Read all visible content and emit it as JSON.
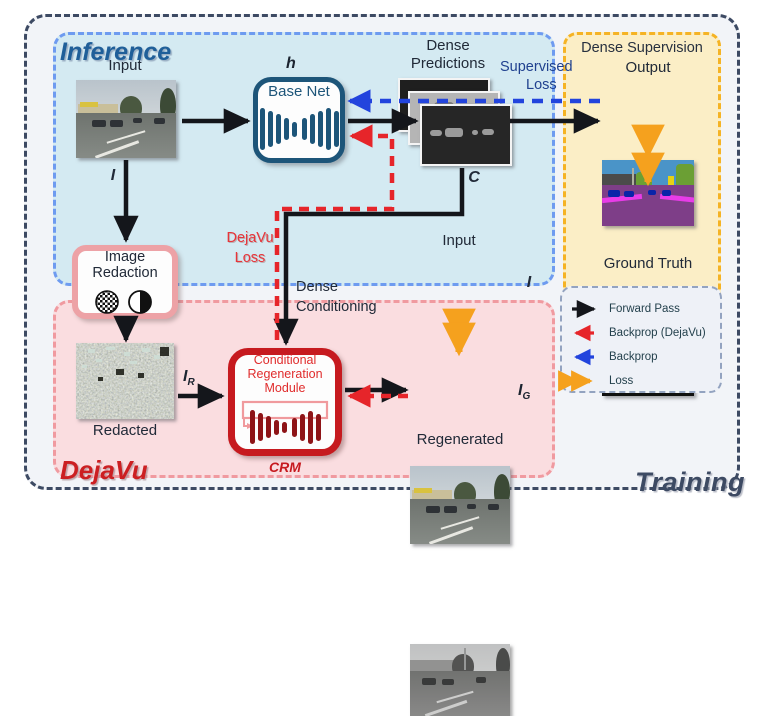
{
  "diagram": {
    "outer_panel_label": "Training",
    "inference_panel_label": "Inference",
    "dejavu_panel_label": "DejaVu",
    "supervision_panel_title": "Dense Supervision"
  },
  "inference": {
    "input_label": "Input",
    "input_symbol": "I",
    "base_net_label": "Base Net",
    "base_net_symbol": "h",
    "dense_predictions_label": "Dense\nPredictions",
    "dense_predictions_line1": "Dense",
    "dense_predictions_line2": "Predictions",
    "conditioning_symbol": "C",
    "supervised_loss_line1": "Supervised",
    "supervised_loss_line2": "Loss"
  },
  "supervision": {
    "output_label": "Output",
    "ground_truth_label": "Ground Truth"
  },
  "dejavu": {
    "redaction_line1": "Image",
    "redaction_line2": "Redaction",
    "redaction_icon_1": "checkerboard-circle-icon",
    "redaction_icon_2": "contrast-half-circle-icon",
    "redacted_label": "Redacted",
    "redacted_symbol": "I_R",
    "redacted_symbol_base": "I",
    "redacted_symbol_sub": "R",
    "crm_line1": "Conditional",
    "crm_line2": "Regeneration",
    "crm_line3": "Module",
    "crm_abbrev": "CRM",
    "dejavu_loss_line1": "DejaVu",
    "dejavu_loss_line2": "Loss",
    "dense_conditioning_line1": "Dense",
    "dense_conditioning_line2": "Conditioning",
    "input_label": "Input",
    "input_symbol": "I",
    "regenerated_label": "Regenerated",
    "regenerated_symbol_base": "I",
    "regenerated_symbol_sub": "G"
  },
  "legend": {
    "items": [
      {
        "label": "Forward Pass",
        "glyph": "solid-black-arrow-icon",
        "color": "#14161b"
      },
      {
        "label": "Backprop (DejaVu)",
        "glyph": "dashed-red-arrow-icon",
        "color": "#e6252a"
      },
      {
        "label": "Backprop",
        "glyph": "dashed-blue-arrow-icon",
        "color": "#2244dd"
      },
      {
        "label": "Loss",
        "glyph": "orange-double-arrow-icon",
        "color": "#f5a11e"
      }
    ]
  },
  "colors": {
    "forward_pass": "#14161b",
    "backprop_dejavu": "#e6252a",
    "backprop": "#2244dd",
    "loss": "#f5a11e",
    "inference_border": "#6e9bf0",
    "inference_fill": "#d4eaf2",
    "dejavu_border": "#f09aa0",
    "dejavu_fill": "#fadde0",
    "supervision_border": "#f5b324",
    "supervision_fill": "#fbeec6",
    "outer_border": "#3d4a63",
    "base_net": "#1d5579",
    "crm": "#c61a1f"
  }
}
